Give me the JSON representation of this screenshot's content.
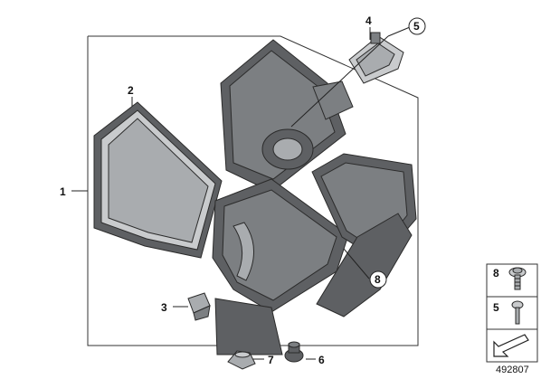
{
  "callouts": {
    "c1": "1",
    "c2": "2",
    "c3": "3",
    "c4": "4",
    "c5": "5",
    "c6": "6",
    "c7": "7",
    "c8": "8"
  },
  "legend": {
    "item_top": "8",
    "item_bottom": "5"
  },
  "diagram_number": "492807"
}
